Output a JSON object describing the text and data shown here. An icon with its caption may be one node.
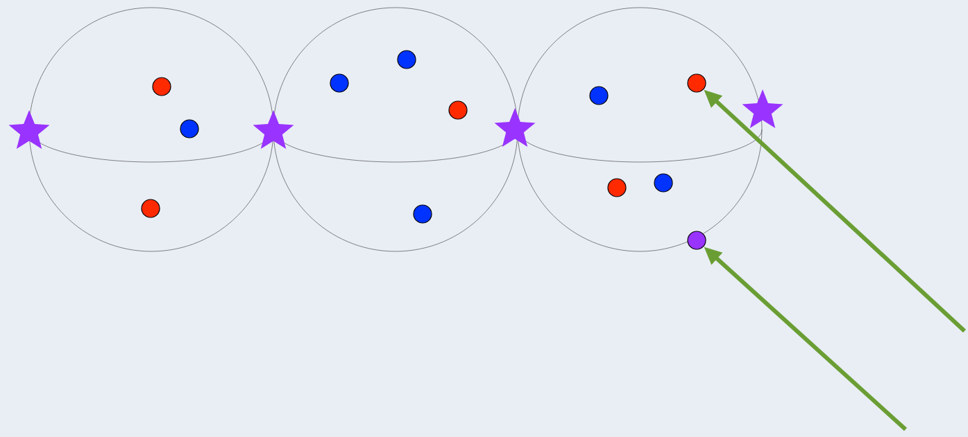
{
  "diagram": {
    "nodes": [
      {
        "text": [],
        "shape": "circle"
      },
      {
        "text": [],
        "shape": "circle",
        "in": 0
      },
      {
        "text": [],
        "shape": "circle",
        "in": 0
      },
      {
        "text": [],
        "shape": "circle",
        "in": 0
      },
      {
        "text": [],
        "shape": "circle"
      },
      {
        "text": [],
        "shape": "circle",
        "in": 4
      },
      {
        "text": [],
        "shape": "circle",
        "in": 4
      },
      {
        "text": [],
        "shape": "circle",
        "in": 4
      },
      {
        "text": [],
        "shape": "circle",
        "in": 4
      },
      {
        "text": [],
        "shape": "circle"
      },
      {
        "text": [],
        "shape": "circle",
        "in": 9
      },
      {
        "text": [],
        "shape": "circle",
        "in": 9
      },
      {
        "text": [],
        "shape": "circle",
        "in": 9
      },
      {
        "text": [],
        "shape": "circle",
        "in": 9
      },
      {
        "text": [],
        "shape": "circle"
      },
      {
        "text": [],
        "shape": "star"
      },
      {
        "text": [],
        "shape": "star"
      },
      {
        "text": [],
        "shape": "star"
      },
      {
        "text": [],
        "shape": "star"
      }
    ],
    "edges": [
      {
        "from": null,
        "to": 11,
        "arrow": "to"
      },
      {
        "from": null,
        "to": 14,
        "arrow": "to"
      }
    ]
  }
}
